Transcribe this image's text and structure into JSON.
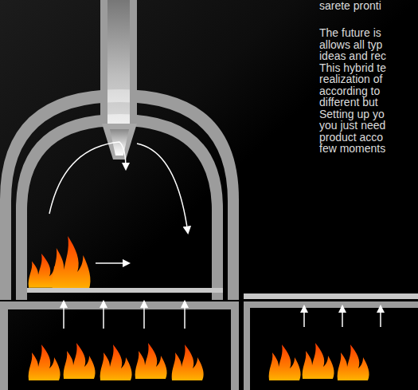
{
  "diagram": {
    "labels": [
      "sarete pronti",
      "The future is",
      "allows all typ",
      "ideas and rec",
      "This hybrid te",
      "realization of",
      "according to",
      "different but",
      "Setting up yo",
      "you just need",
      "product acco",
      "few moments"
    ]
  }
}
